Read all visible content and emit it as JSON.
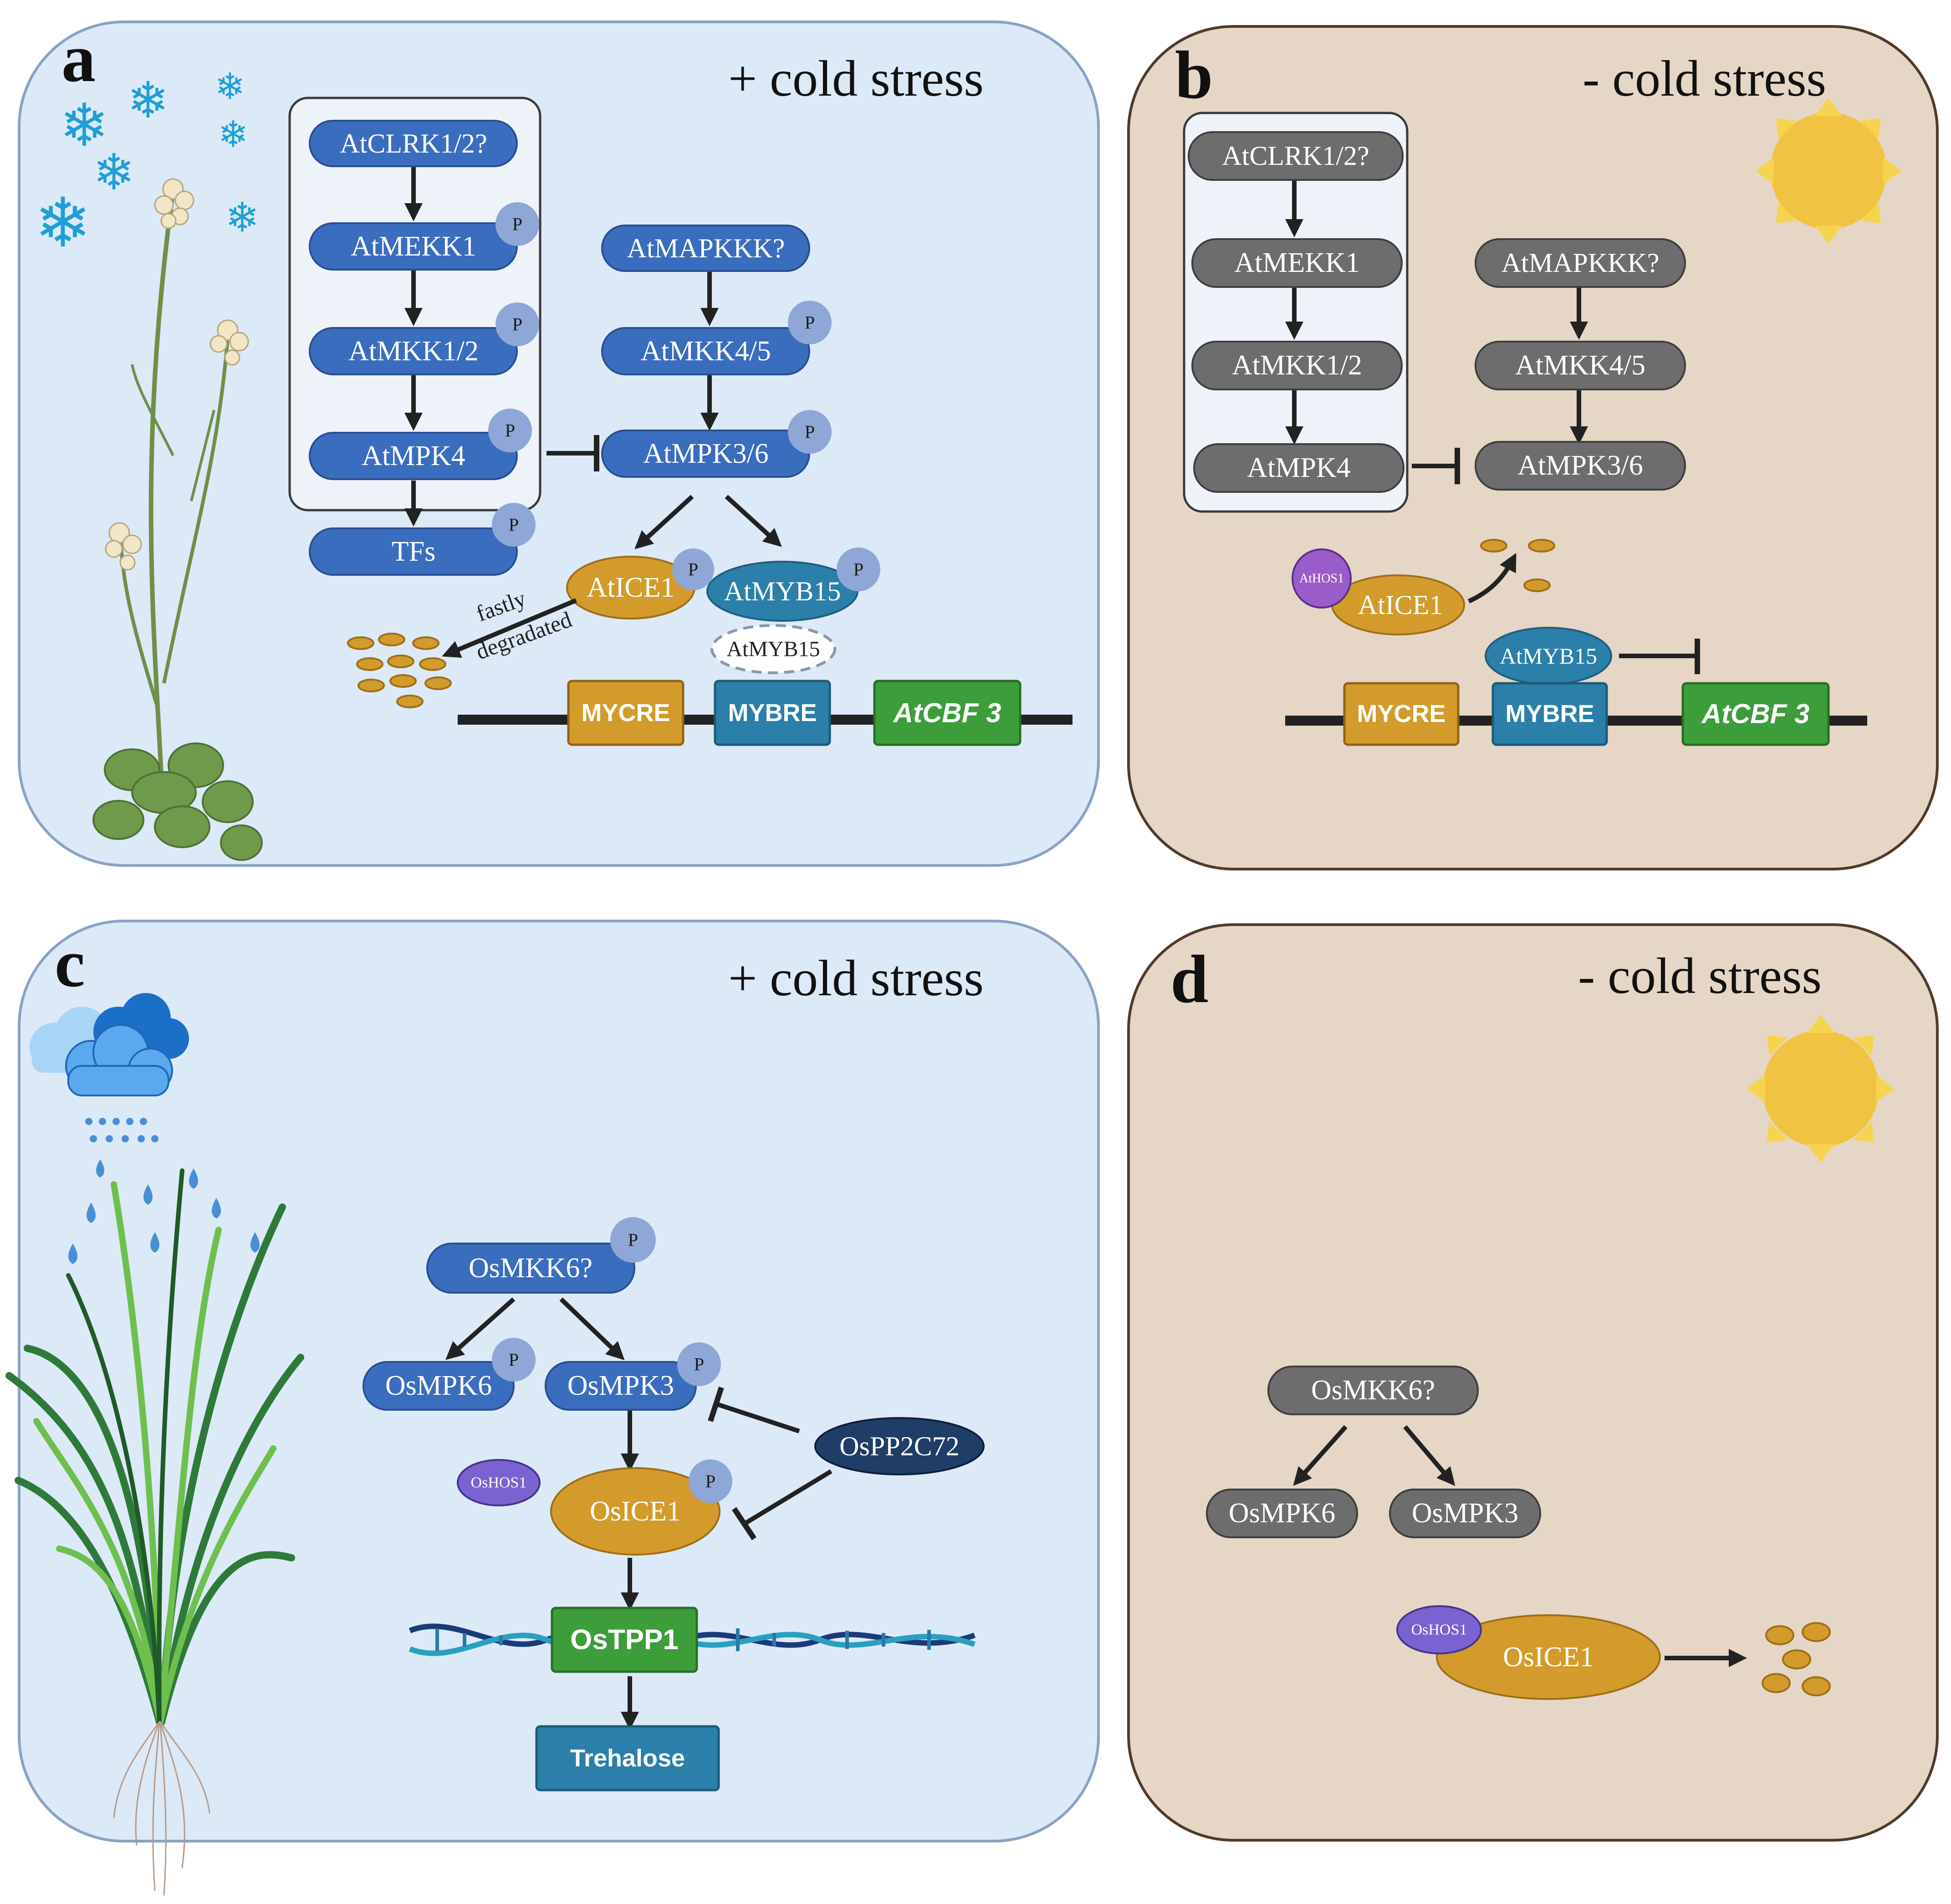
{
  "panels": {
    "a": {
      "letter": "a",
      "title": "+ cold stress"
    },
    "b": {
      "letter": "b",
      "title": "- cold stress"
    },
    "c": {
      "letter": "c",
      "title": "+ cold stress"
    },
    "d": {
      "letter": "d",
      "title": "- cold stress"
    }
  },
  "phospho_label": "P",
  "snowflake_glyph": "❄",
  "colors": {
    "cold_bg": "#dce9f7",
    "warm_bg": "#e6d6c6",
    "kinase_blue": "#3b6dbf",
    "inactive_gray": "#6d6d6d",
    "ice_gold": "#d29b2b",
    "myb_teal": "#2b7fa8",
    "cbf_green": "#3c9d3a",
    "phospho": "#8fa7d6",
    "hos1_purple": "#9a5cc8",
    "pp2c_navy": "#1f3d66",
    "sun": "#f0c442",
    "snow": "#1e9fd6"
  },
  "a": {
    "clrk": "AtCLRK1/2?",
    "mekk1": "AtMEKK1",
    "mkk12": "AtMKK1/2",
    "mpk4": "AtMPK4",
    "tfs": "TFs",
    "mapkkk": "AtMAPKKK?",
    "mkk45": "AtMKK4/5",
    "mpk36": "AtMPK3/6",
    "ice1": "AtICE1",
    "myb15": "AtMYB15",
    "myb15_ghost": "AtMYB15",
    "fastly": "fastly",
    "degradated": "degradated",
    "mycre": "MYCRE",
    "mybre": "MYBRE",
    "cbf3": "AtCBF 3"
  },
  "b": {
    "clrk": "AtCLRK1/2?",
    "mekk1": "AtMEKK1",
    "mkk12": "AtMKK1/2",
    "mpk4": "AtMPK4",
    "mapkkk": "AtMAPKKK?",
    "mkk45": "AtMKK4/5",
    "mpk36": "AtMPK3/6",
    "hos1": "AtHOS1",
    "ice1": "AtICE1",
    "myb15": "AtMYB15",
    "mycre": "MYCRE",
    "mybre": "MYBRE",
    "cbf3": "AtCBF 3"
  },
  "c": {
    "mkk6": "OsMKK6?",
    "mpk6": "OsMPK6",
    "mpk3": "OsMPK3",
    "pp2c72": "OsPP2C72",
    "hos1": "OsHOS1",
    "ice1": "OsICE1",
    "tpp1": "OsTPP1",
    "trehalose": "Trehalose"
  },
  "d": {
    "mkk6": "OsMKK6?",
    "mpk6": "OsMPK6",
    "mpk3": "OsMPK3",
    "hos1": "OsHOS1",
    "ice1": "OsICE1"
  }
}
